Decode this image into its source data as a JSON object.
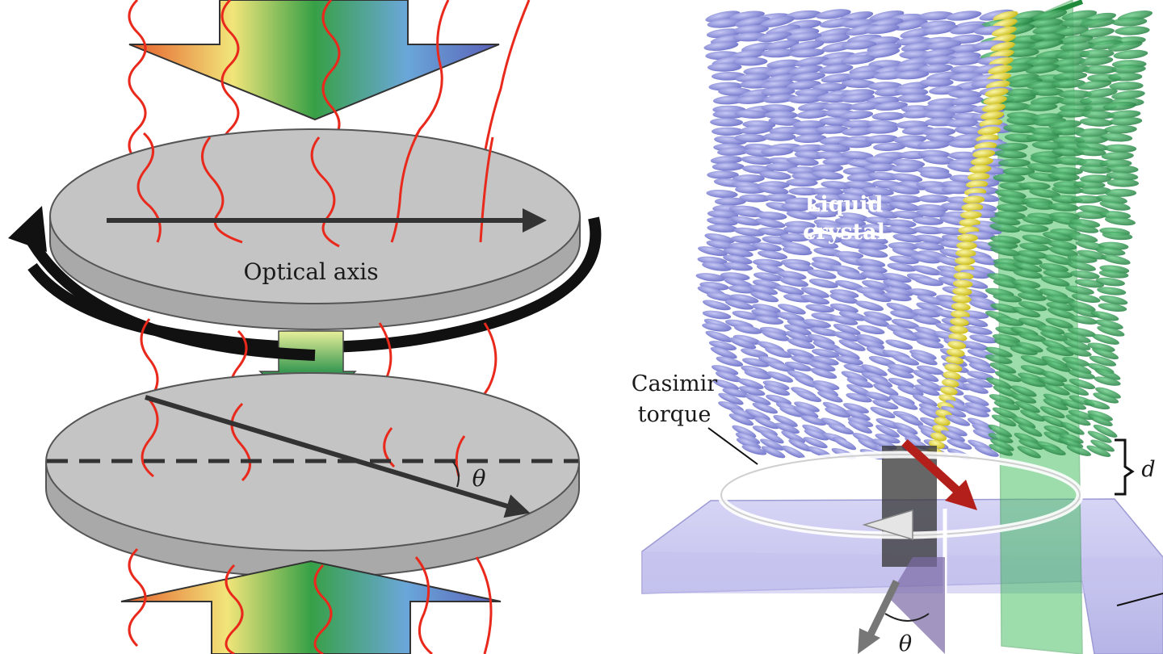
{
  "left_panel": {
    "disk_top_label": "Optical axis",
    "angle_label": "θ"
  },
  "right_panel": {
    "lc_label_line1": "Liquid",
    "lc_label_line2": "crystal",
    "torque_label_line1": "Casimir",
    "torque_label_line2": "torque",
    "gap_label": "d",
    "angle_label": "θ"
  },
  "colors": {
    "disk_fill": "#c4c4c4",
    "disk_edge": "#a9a9a9",
    "wave": "#e8291c",
    "rotation_arrow": "#111111",
    "lc_molecule": "#8b8fd8",
    "lc_highlight": "#e4dc2a",
    "plane_green": "#3dbb5a",
    "substrate": "#b9b8ea",
    "optic_arrow_red": "#b3201b"
  }
}
